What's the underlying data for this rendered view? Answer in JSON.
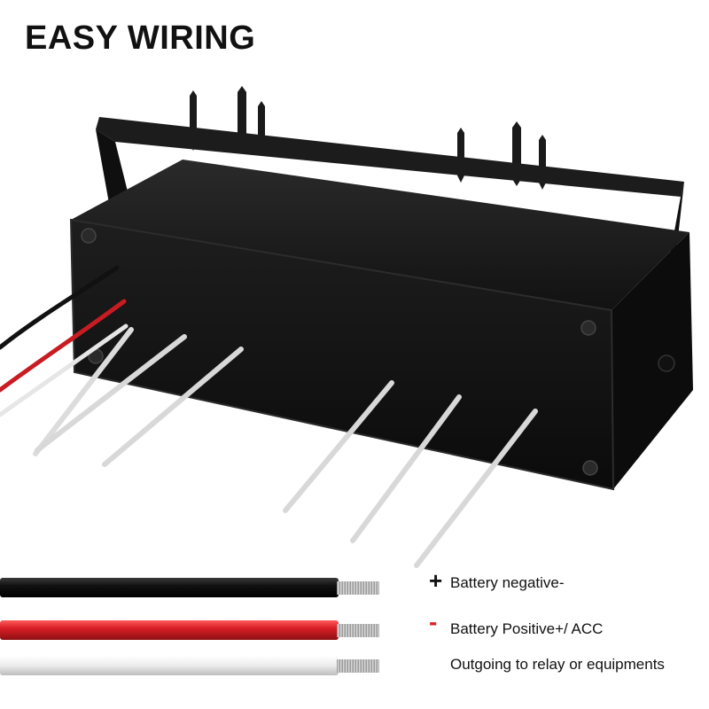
{
  "title": "EASY WIRING",
  "colors": {
    "enclosure": "#151515",
    "wire_black": "#1a1a1a",
    "wire_red": "#d81f26",
    "wire_white": "#e6e6e6",
    "copper_strands": "#b9b9b9",
    "sign_plus": "#111111",
    "sign_minus": "#d81f26"
  },
  "legend": [
    {
      "sign": "+",
      "wire_color": "black",
      "label": "Battery negative-"
    },
    {
      "sign": "-",
      "wire_color": "red",
      "label": "Battery Positive+/ ACC"
    },
    {
      "sign": "",
      "wire_color": "white",
      "label": "Outgoing to relay or equipments"
    }
  ]
}
